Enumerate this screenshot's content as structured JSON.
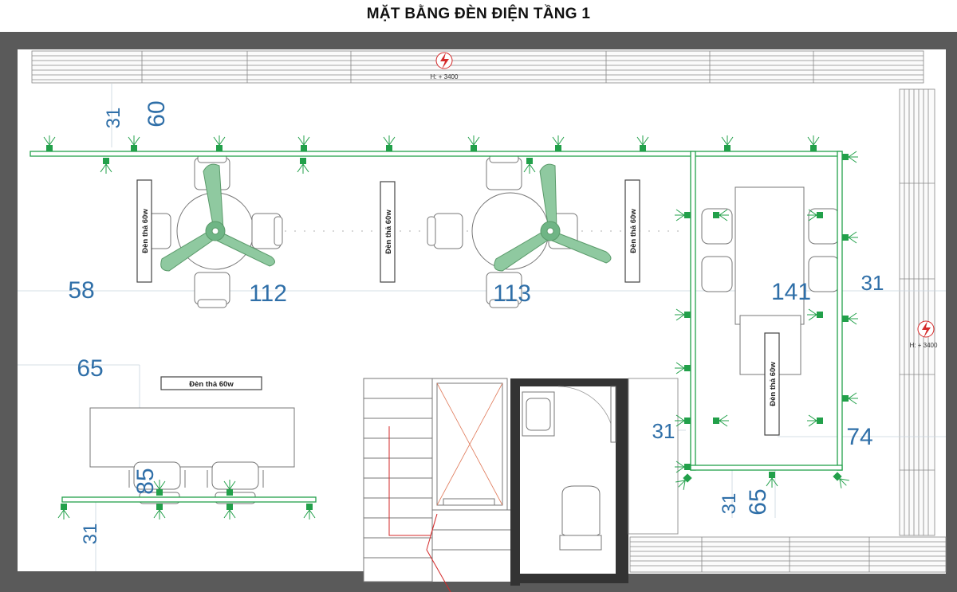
{
  "title": "MẶT BẰNG ĐÈN ĐIỆN TẦNG 1",
  "colors": {
    "wall": "#5a5a5a",
    "wire": "#22a04a",
    "dimension": "#2f6fa8",
    "fan": "#8fc9a0",
    "accent": "#d42a2a"
  },
  "icons": {
    "light": "ceiling-light-icon",
    "fan": "ceiling-fan-icon",
    "electric": "electric-symbol-icon"
  },
  "pendant_label": "Đèn thả 60w",
  "electric_height_label": "H: + 3400",
  "dimensions": [
    "31",
    "60",
    "58",
    "112",
    "113",
    "141",
    "31",
    "65",
    "31",
    "74",
    "85",
    "31",
    "31",
    "65"
  ]
}
